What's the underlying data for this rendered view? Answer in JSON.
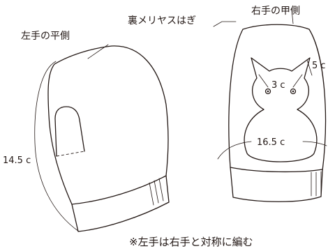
{
  "labels": {
    "left_palm": "左手の平側",
    "purl_seam": "裏メリヤスはぎ",
    "right_back": "右手の甲側",
    "length": "14.5 c",
    "ear_width": "3 c",
    "ear_height": "5 c",
    "body_width": "16.5 c",
    "note": "※左手は右手と対称に編む"
  }
}
